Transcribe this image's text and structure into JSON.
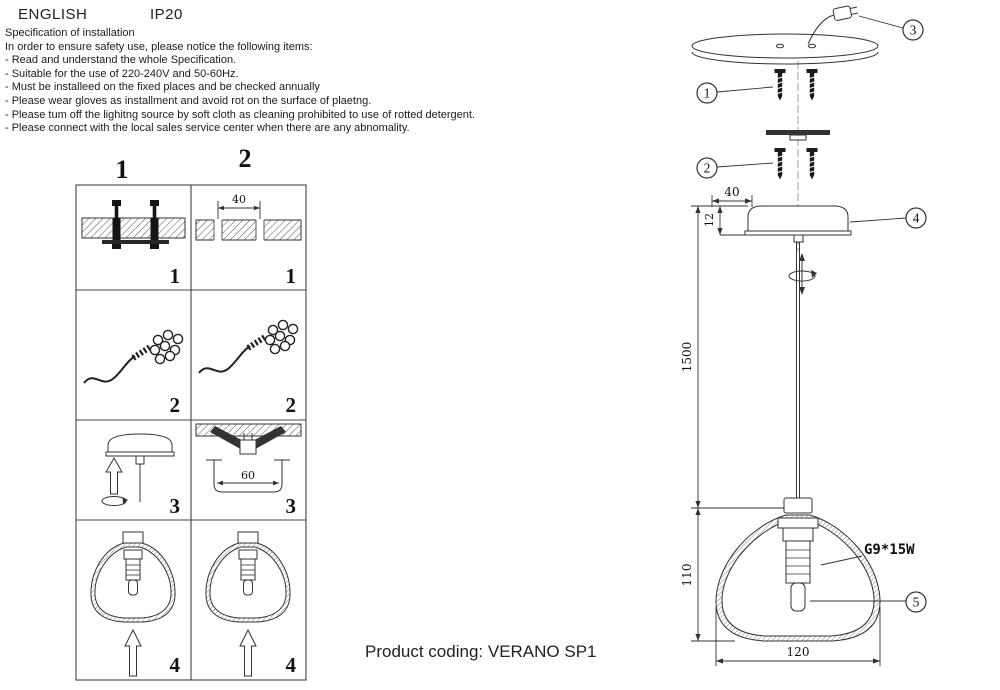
{
  "header": {
    "language": "ENGLISH",
    "ip_rating": "IP20"
  },
  "spec": {
    "title": "Specification of installation",
    "intro": "In order to ensure safety use, please notice the following items:",
    "items": [
      "- Read and understand the whole Specification.",
      "- Suitable for the use of 220-240V and 50-60Hz.",
      "- Must be installeed on the fixed places and be checked annually",
      "- Please wear gloves as installment and avoid rot on the surface of plaetng.",
      "- Please tum off the lighitng source by soft cloth as cleaning prohibited to use of rotted detergent.",
      "- Please connect with the local sales service center when there are any abnomality."
    ]
  },
  "steps": {
    "column_headers": [
      "1",
      "2"
    ],
    "cell_labels": [
      "1",
      "2",
      "3",
      "4"
    ],
    "hole_spacing_dim": "40",
    "bracket_dim": "60"
  },
  "drawing": {
    "callouts": [
      "1",
      "2",
      "3",
      "4",
      "5"
    ],
    "dims": {
      "d40": "40",
      "d12": "12",
      "d1500": "1500",
      "d110": "110",
      "d120": "120"
    },
    "bulb_label": "G9*15W"
  },
  "footer": {
    "product_coding": "Product coding: VERANO SP1"
  }
}
